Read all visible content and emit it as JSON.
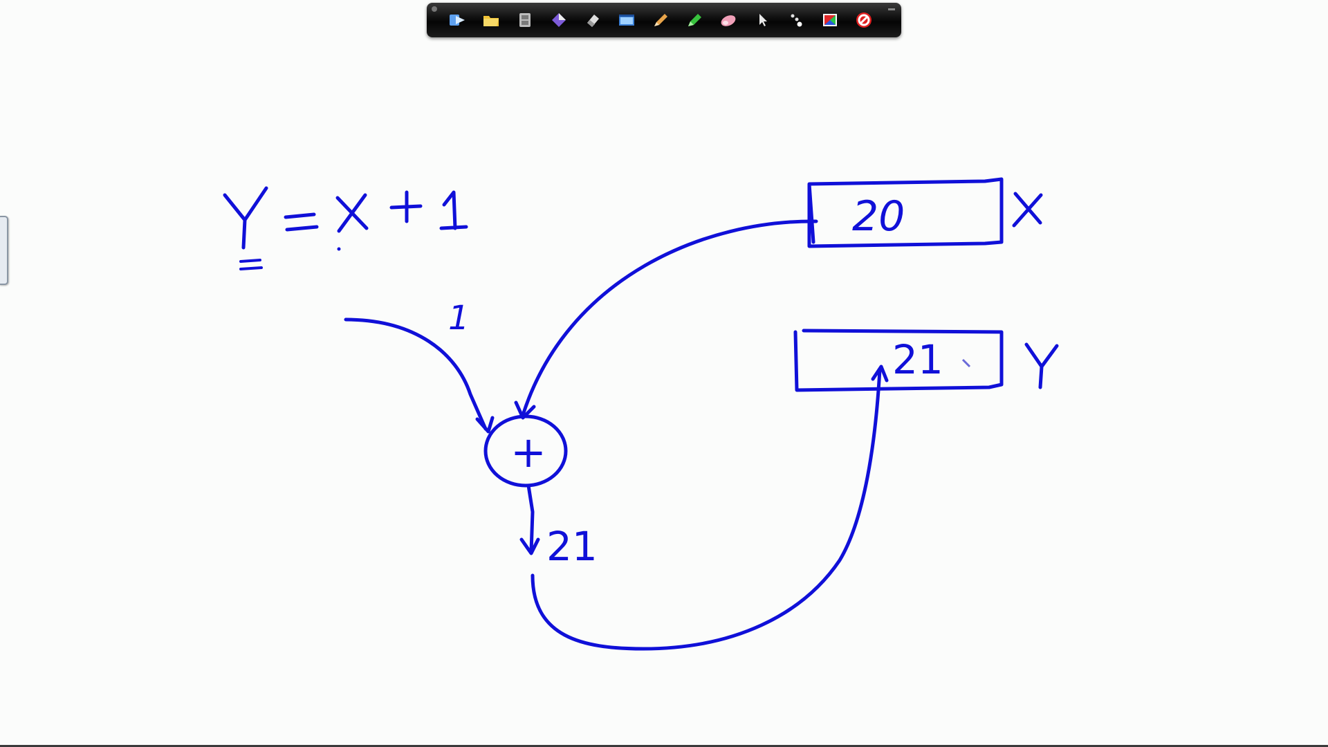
{
  "toolbar": {
    "tools": [
      {
        "icon": "play-arrow-icon",
        "color": "#3d8ee8"
      },
      {
        "icon": "folder-icon",
        "color": "#f2c437"
      },
      {
        "icon": "film-icon",
        "color": "#c9c9c9"
      },
      {
        "icon": "pen-tool-icon",
        "color": "#7d5bd8"
      },
      {
        "icon": "eraser-icon",
        "color": "#d0d0d0"
      },
      {
        "icon": "window-icon",
        "color": "#3a7fd6"
      },
      {
        "icon": "pencil-icon",
        "color": "#e8a44a"
      },
      {
        "icon": "highlighter-icon",
        "color": "#38c23e"
      },
      {
        "icon": "eraser-pink-icon",
        "color": "#f0a0b8"
      },
      {
        "icon": "cursor-icon",
        "color": "#e0e0e0"
      },
      {
        "icon": "dots-icon",
        "color": "#e0e0e0"
      },
      {
        "icon": "color-palette-icon",
        "color": "#e02828"
      },
      {
        "icon": "stop-icon",
        "color": "#e02020"
      }
    ]
  },
  "whiteboard": {
    "ink_color": "#1010d8",
    "equation": {
      "lhs": "Y",
      "eq": "=",
      "var": "X",
      "plus": "+",
      "const": "1"
    },
    "x_cell": {
      "value": "20",
      "label": "X"
    },
    "y_cell": {
      "value": "21",
      "label": "Y"
    },
    "input_constant_label": "1",
    "adder_symbol": "+",
    "adder_output_label": "21"
  }
}
